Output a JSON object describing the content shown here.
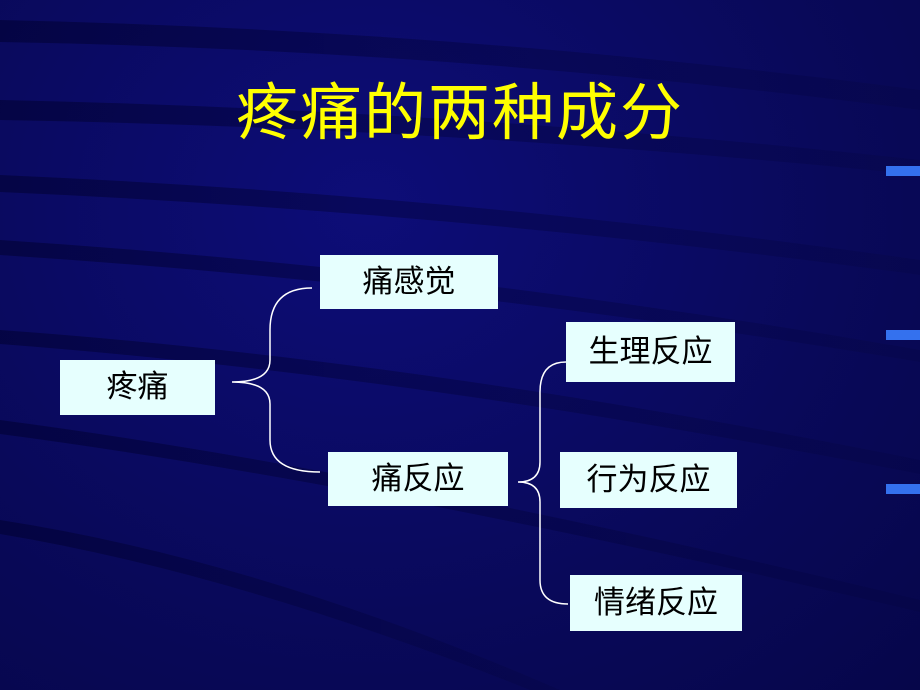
{
  "slide": {
    "title": "疼痛的两种成分",
    "root": "疼痛",
    "branches": {
      "sensation": "痛感觉",
      "reaction": "痛反应"
    },
    "reactions": [
      "生理反应",
      "行为反应",
      "情绪反应"
    ]
  },
  "colors": {
    "background": "#0a0a5c",
    "title": "#ffff00",
    "box_fill": "#e6fffe",
    "connector": "#ffffff"
  }
}
